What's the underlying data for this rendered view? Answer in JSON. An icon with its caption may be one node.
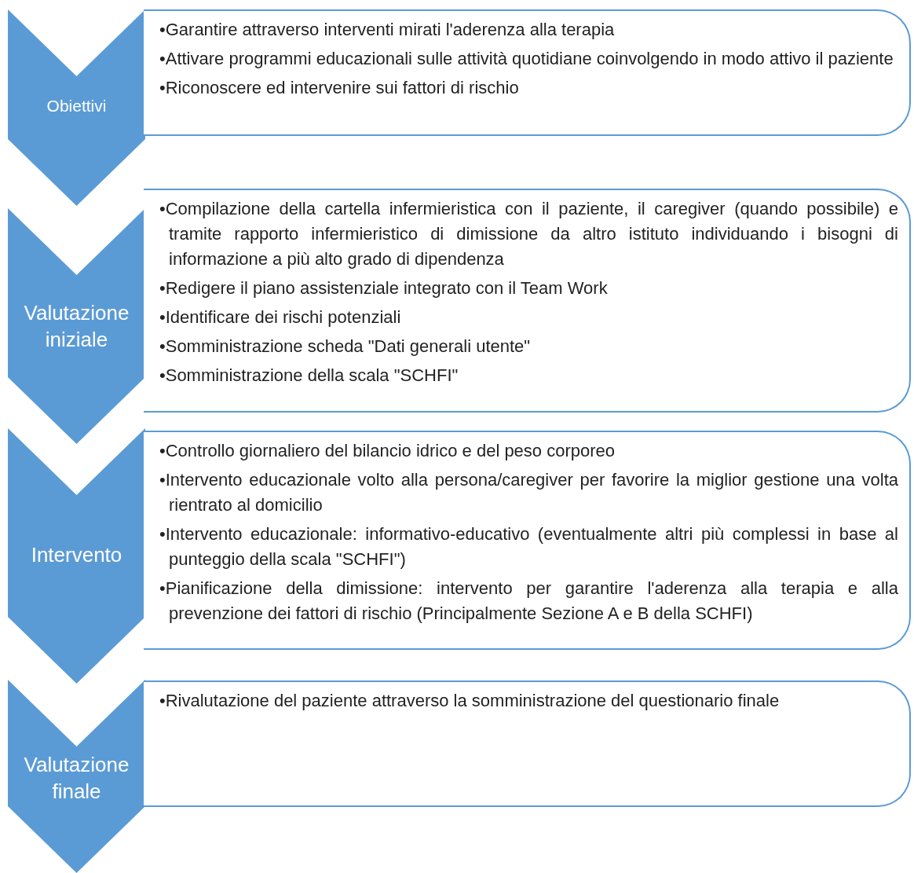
{
  "diagram": {
    "nodes": [
      {
        "text": [
          "Obiettivi"
        ]
      },
      {
        "text": [
          "•Garantire attraverso interventi mirati l'aderenza alla terapia",
          "•Attivare programmi educazionali sulle attività quotidiane coinvolgendo in modo attivo il paziente",
          "•Riconoscere ed intervenire sui fattori di rischio"
        ]
      },
      {
        "text": [
          "Valutazione iniziale"
        ]
      },
      {
        "text": [
          "•Compilazione della cartella infermieristica con il paziente, il caregiver (quando possibile) e tramite rapporto infermieristico di dimissione da altro istituto individuando i bisogni di informazione a più alto grado di dipendenza",
          "•Redigere il piano assistenziale integrato con il Team Work",
          "•Identificare dei rischi potenziali",
          "•Somministrazione scheda \"Dati generali utente\"",
          "•Somministrazione della scala \"SCHFI\""
        ]
      },
      {
        "text": [
          "Intervento"
        ]
      },
      {
        "text": [
          "•Controllo giornaliero del bilancio idrico e del peso corporeo",
          "•Intervento educazionale volto alla persona/caregiver per favorire la miglior gestione una volta rientrato al domicilio",
          "•Intervento educazionale: informativo-educativo (eventualmente altri più complessi in base al punteggio della scala \"SCHFI\")",
          "•Pianificazione della dimissione: intervento per garantire l'aderenza alla terapia e alla prevenzione dei fattori di rischio (Principalmente Sezione A e B della SCHFI)"
        ]
      },
      {
        "text": [
          "Valutazione finale"
        ]
      },
      {
        "text": [
          "•Rivalutazione del paziente attraverso la somministrazione del questionario finale"
        ]
      }
    ]
  }
}
